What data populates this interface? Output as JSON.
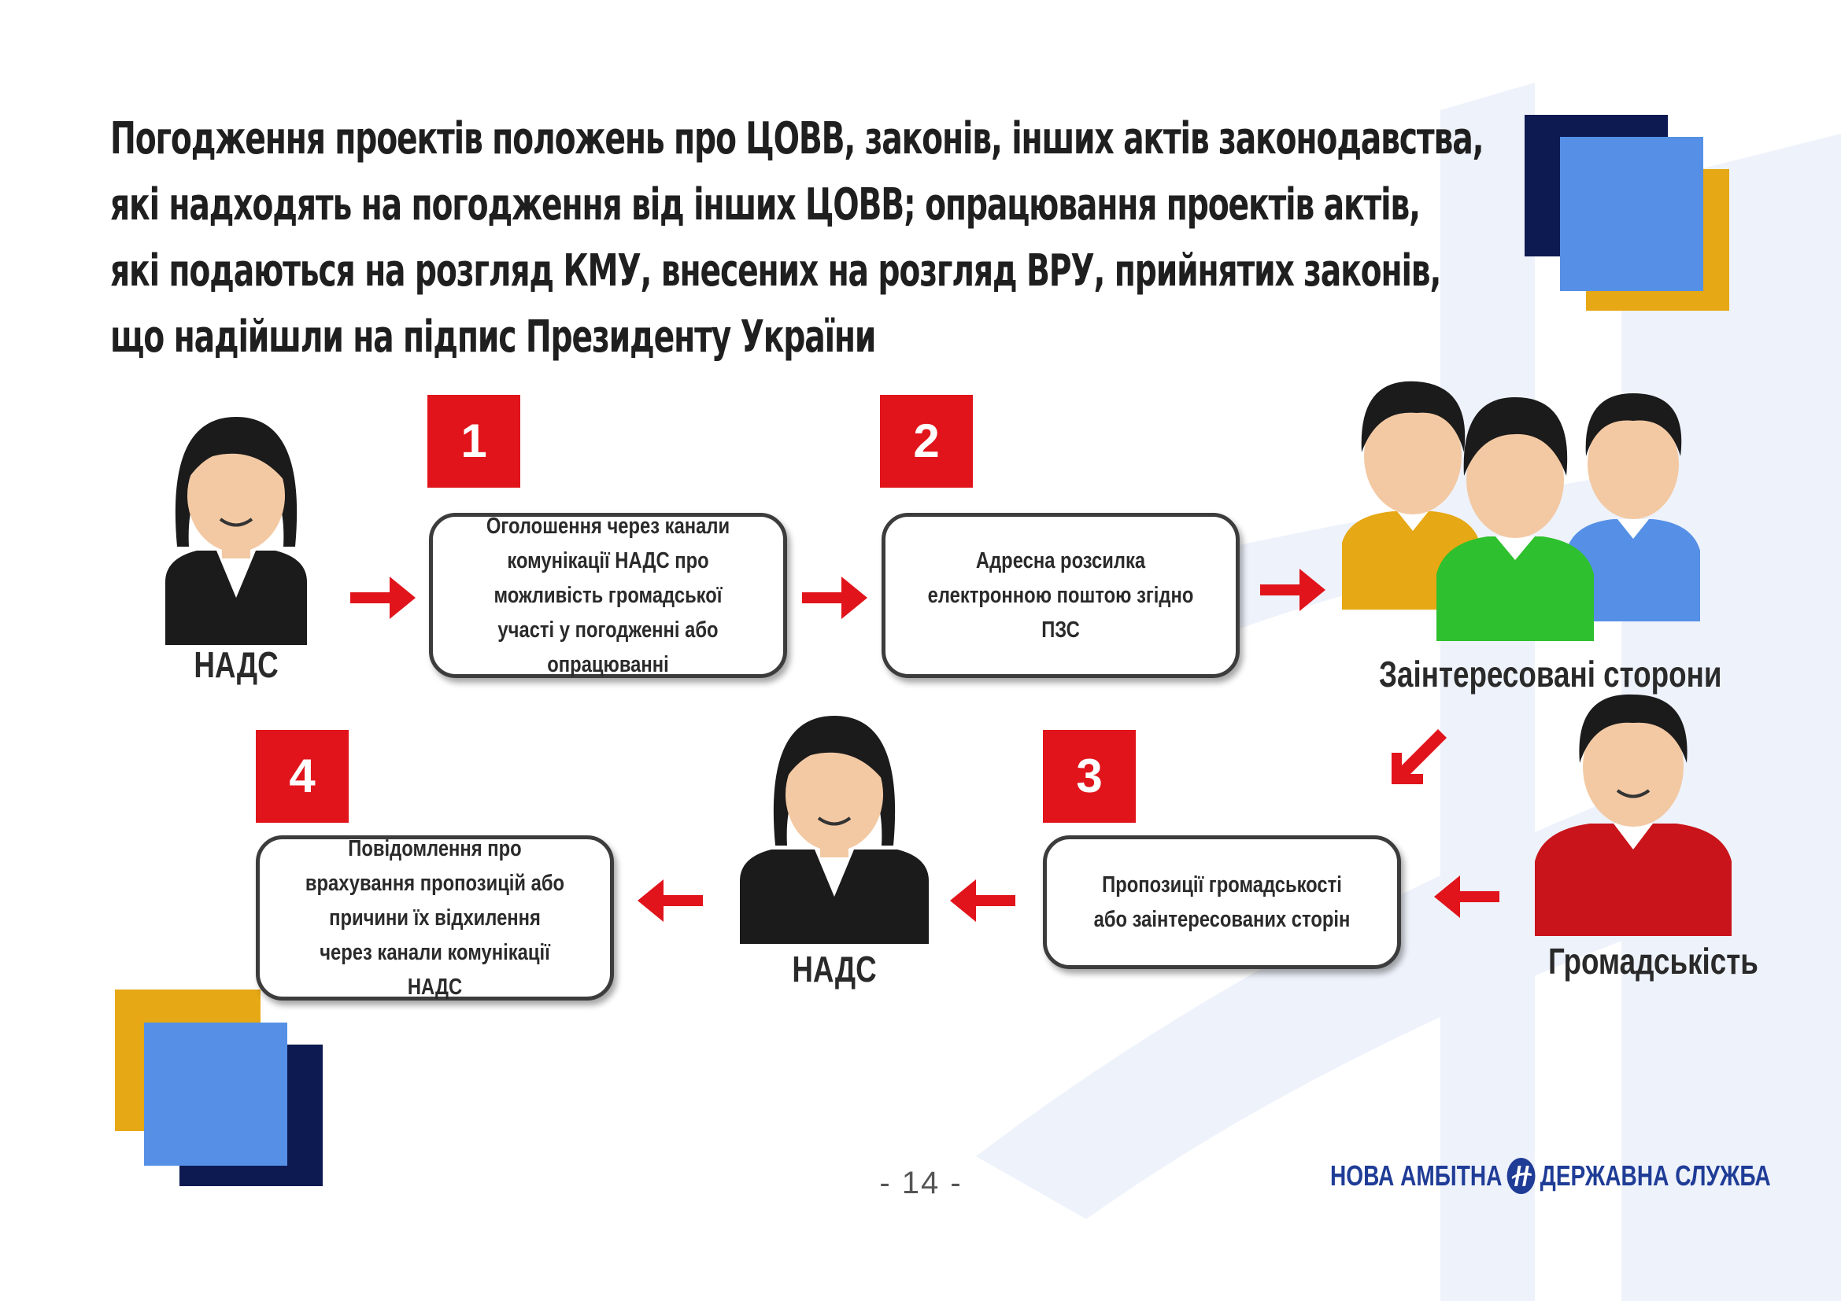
{
  "heading": {
    "lines": [
      "Погодження проектів положень про ЦОВВ, законів, інших актів законодавства,",
      "які надходять на погодження від інших ЦОВВ; опрацювання проектів актів,",
      "які подаються на розгляд КМУ, внесених на розгляд ВРУ, прийнятих законів,",
      "що надійшли на підпис Президенту України"
    ]
  },
  "steps": [
    {
      "number": "1",
      "text": "Оголошення через канали комунікації НАДС про можливість громадської участі у погодженні або опрацюванні"
    },
    {
      "number": "2",
      "text": "Адресна розсилка електронною поштою згідно ПЗС"
    },
    {
      "number": "3",
      "text": "Пропозиції громадськості або заінтересованих сторін"
    },
    {
      "number": "4",
      "text": "Повідомлення про врахування пропозицій або причини їх відхилення через канали комунікації НАДС"
    }
  ],
  "actors": {
    "nads_top": "НАДС",
    "nads_bottom": "НАДС",
    "stakeholders": "Заінтересовані сторони",
    "public": "Громадськість"
  },
  "footer": {
    "page_number": "- 14 -",
    "brand_left": "НОВА АМБІТНА",
    "brand_right": "ДЕРЖАВНА СЛУЖБА"
  },
  "colors": {
    "accent_red": "#e1141b",
    "navy": "#0d1a52",
    "blue": "#5590e6",
    "gold": "#e6a814",
    "green": "#2ec02e",
    "red_shirt": "#c8141a",
    "watermark": "#eef2fb"
  }
}
